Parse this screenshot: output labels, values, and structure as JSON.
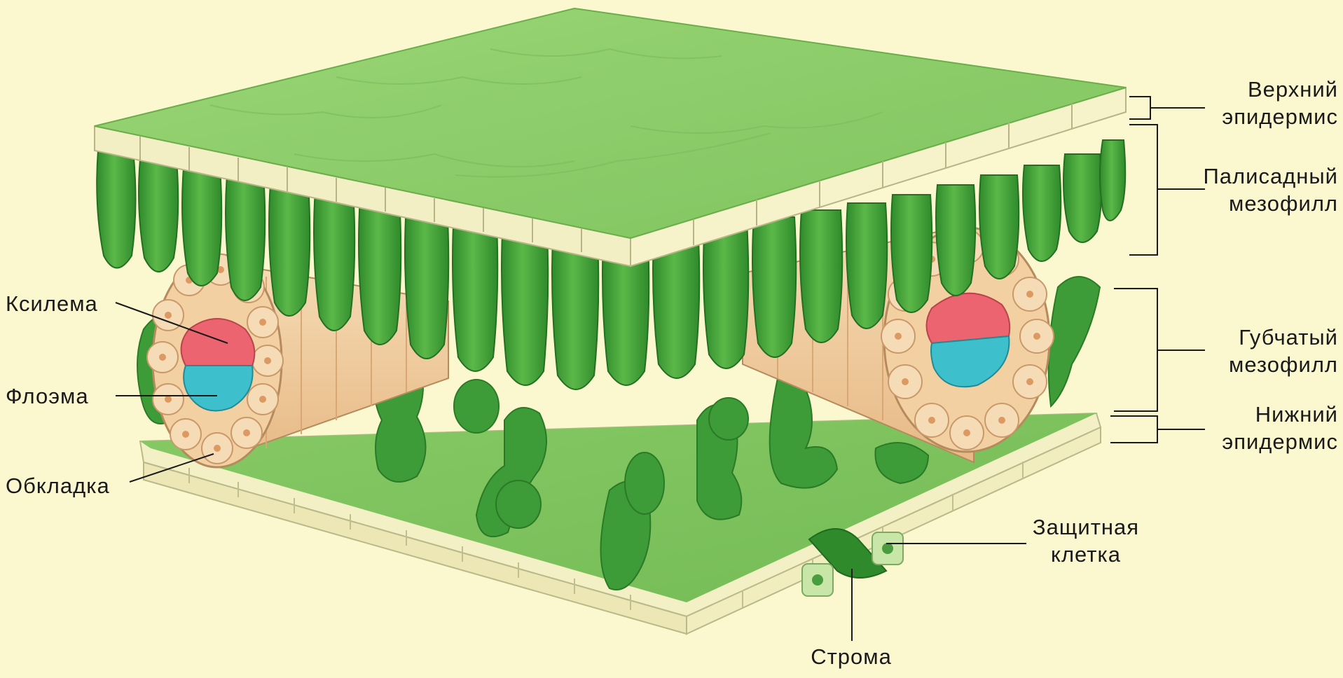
{
  "labels": {
    "upper_epidermis": [
      "Верхний",
      "эпидермис"
    ],
    "palisade": [
      "Палисадный",
      "мезофилл"
    ],
    "spongy": [
      "Губчатый",
      "мезофилл"
    ],
    "lower_epidermis": [
      "Нижний",
      "эпидермис"
    ],
    "guard_cell": [
      "Защитная",
      "клетка"
    ],
    "stoma": "Строма",
    "xylem": "Ксилема",
    "phloem": "Флоэма",
    "sheath": "Обкладка"
  },
  "colors": {
    "background": "#fbf8cf",
    "leaf_surface": "#8fce6a",
    "epidermis_edge": "#f3f0c2",
    "palisade": "#3f9e3a",
    "xylem": "#ec6470",
    "phloem": "#3ec0cc",
    "bundle": "#f3d2a6"
  }
}
